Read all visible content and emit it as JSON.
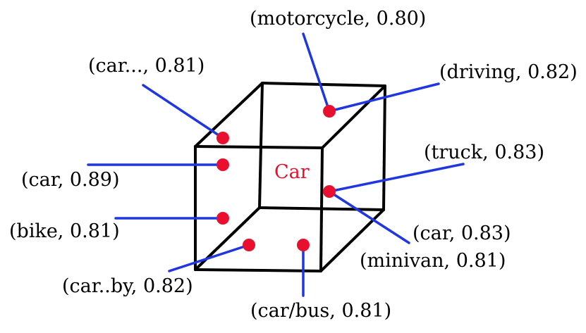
{
  "center_label": "Car",
  "colors": {
    "point": "#e8102e",
    "leader": "#1f36e0",
    "edge": "#000000",
    "text": "#000000",
    "center_text": "#e8102e"
  },
  "annotations": [
    {
      "id": "motorcycle",
      "label": "(motorcycle, 0.80)"
    },
    {
      "id": "driving",
      "label": "(driving, 0.82)"
    },
    {
      "id": "car-ellipsis",
      "label": "(car..., 0.81)"
    },
    {
      "id": "car",
      "label": "(car, 0.89)"
    },
    {
      "id": "truck",
      "label": "(truck, 0.83)"
    },
    {
      "id": "car-2",
      "label": "(car, 0.83)"
    },
    {
      "id": "minivan",
      "label": "(minivan, 0.81)"
    },
    {
      "id": "bike",
      "label": "(bike, 0.81)"
    },
    {
      "id": "car-by",
      "label": "(car..by, 0.82)"
    },
    {
      "id": "car-bus",
      "label": "(car/bus, 0.81)"
    }
  ]
}
